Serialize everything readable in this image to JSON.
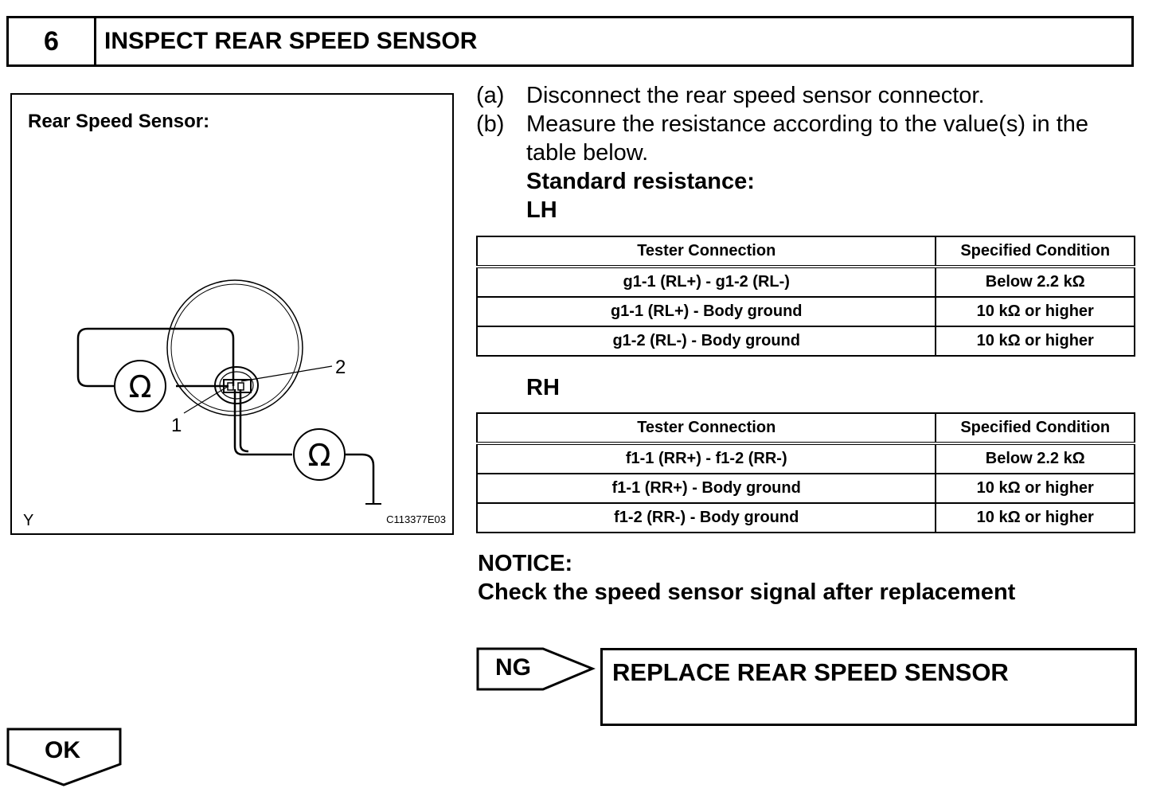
{
  "step": {
    "number": "6",
    "title": "INSPECT REAR SPEED SENSOR"
  },
  "figure": {
    "title": "Rear Speed Sensor:",
    "pin_labels": [
      "1",
      "2"
    ],
    "meter_symbol": "Ω",
    "corner_mark": "Y",
    "figure_code": "C113377E03"
  },
  "instructions": [
    {
      "tag": "(a)",
      "text": "Disconnect the rear speed sensor connector."
    },
    {
      "tag": "(b)",
      "text_line1": "Measure the resistance according to the value(s) in the",
      "text_line2": "table below."
    }
  ],
  "standard_label": "Standard resistance:",
  "tables": [
    {
      "side": "LH",
      "headers": [
        "Tester Connection",
        "Specified Condition"
      ],
      "rows": [
        [
          "g1-1 (RL+) - g1-2 (RL-)",
          "Below 2.2 kΩ"
        ],
        [
          "g1-1 (RL+) - Body ground",
          "10 kΩ or higher"
        ],
        [
          "g1-2 (RL-) - Body ground",
          "10 kΩ or higher"
        ]
      ]
    },
    {
      "side": "RH",
      "headers": [
        "Tester Connection",
        "Specified Condition"
      ],
      "rows": [
        [
          "f1-1 (RR+) - f1-2 (RR-)",
          "Below 2.2 kΩ"
        ],
        [
          "f1-1 (RR+) - Body ground",
          "10 kΩ or higher"
        ],
        [
          "f1-2 (RR-) - Body ground",
          "10 kΩ or higher"
        ]
      ]
    }
  ],
  "notice": {
    "heading": "NOTICE:",
    "text": "Check the speed sensor signal after replacement"
  },
  "ng": {
    "label": "NG",
    "action": "REPLACE REAR SPEED SENSOR"
  },
  "ok": {
    "label": "OK"
  }
}
